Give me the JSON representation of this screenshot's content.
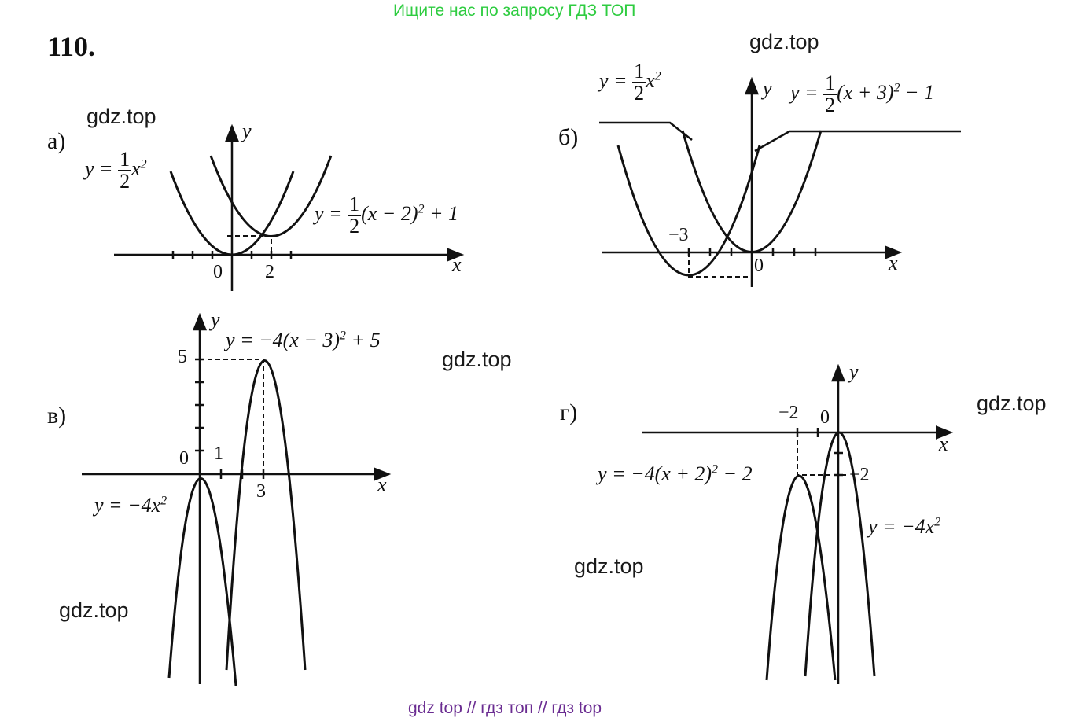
{
  "banner": "Ищите нас по запросу ГДЗ ТОП",
  "problem_number": "110.",
  "watermark": "gdz.top",
  "footer": "gdz top  //  гдз топ  //  гдз top",
  "parts": {
    "a": {
      "label": "а)",
      "f1": {
        "lhs": "y =",
        "num": "1",
        "den": "2",
        "rhs": "x",
        "pow": "2"
      },
      "f2": {
        "lhs": "y =",
        "num": "1",
        "den": "2",
        "rhs": "(x − 2)",
        "pow": "2",
        "tail": " + 1"
      },
      "ticks": [
        "0",
        "2"
      ],
      "x_axis": "x",
      "y_axis": "y"
    },
    "b": {
      "label": "б)",
      "f1": {
        "lhs": "y =",
        "num": "1",
        "den": "2",
        "rhs": "x",
        "pow": "2"
      },
      "f2": {
        "lhs": "y =",
        "num": "1",
        "den": "2",
        "rhs": "(x + 3)",
        "pow": "2",
        "tail": " − 1"
      },
      "ticks": [
        "−3",
        "0"
      ],
      "x_axis": "x",
      "y_axis": "y"
    },
    "c": {
      "label": "в)",
      "f1": {
        "text": "y = −4x",
        "pow": "2"
      },
      "f2": {
        "text": "y = −4(x − 3)",
        "pow": "2",
        "tail": " + 5"
      },
      "ticks": [
        "0",
        "1",
        "3",
        "5"
      ],
      "x_axis": "x",
      "y_axis": "y"
    },
    "d": {
      "label": "г)",
      "f1": {
        "text": "y = −4x",
        "pow": "2"
      },
      "f2": {
        "text": "y = −4(x + 2)",
        "pow": "2",
        "tail": " − 2"
      },
      "ticks": [
        "−2",
        "0",
        "−2"
      ],
      "x_axis": "x",
      "y_axis": "y"
    }
  }
}
